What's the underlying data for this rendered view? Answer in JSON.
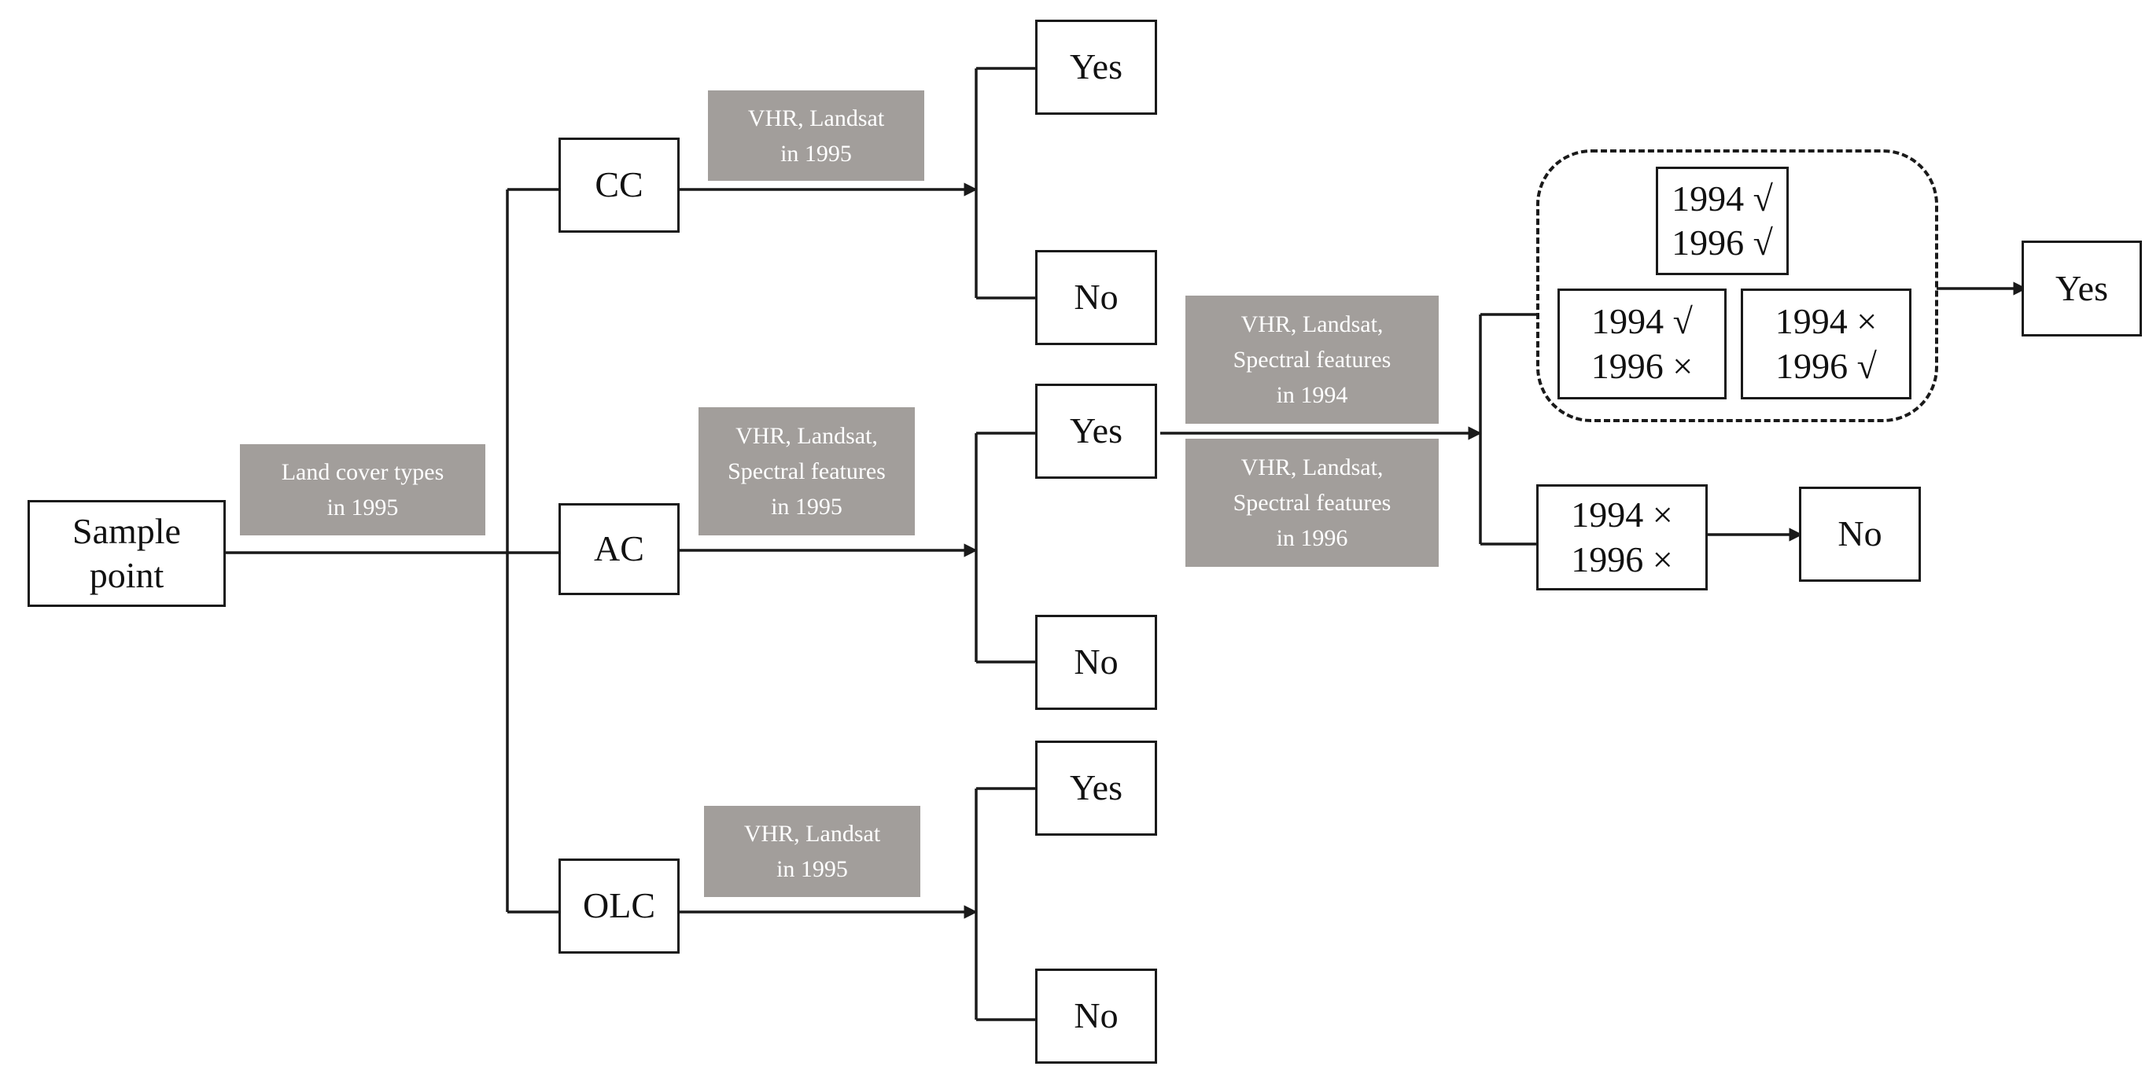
{
  "root": {
    "line1": "Sample",
    "line2": "point"
  },
  "branch_label": {
    "line1": "Land cover types",
    "line2": "in 1995"
  },
  "types": {
    "cc": "CC",
    "ac": "AC",
    "olc": "OLC"
  },
  "cc_label": {
    "line1": "VHR, Landsat",
    "line2": "in 1995"
  },
  "ac_label": {
    "line1": "VHR, Landsat,",
    "line2": "Spectral features",
    "line3": "in 1995"
  },
  "olc_label": {
    "line1": "VHR, Landsat",
    "line2": "in 1995"
  },
  "outcomes": {
    "cc_yes": "Yes",
    "cc_no": "No",
    "ac_yes": "Yes",
    "ac_no": "No",
    "olc_yes": "Yes",
    "olc_no": "No"
  },
  "label_1994": {
    "line1": "VHR, Landsat,",
    "line2": "Spectral features",
    "line3": "in 1994"
  },
  "label_1996": {
    "line1": "VHR, Landsat,",
    "line2": "Spectral features",
    "line3": "in 1996"
  },
  "checks": {
    "both_yes": {
      "line1": "1994 √",
      "line2": "1996 √"
    },
    "yes_no": {
      "line1": "1994 √",
      "line2": "1996 ×"
    },
    "no_yes": {
      "line1": "1994 ×",
      "line2": "1996 √"
    },
    "both_no": {
      "line1": "1994 ×",
      "line2": "1996 ×"
    }
  },
  "final": {
    "yes": "Yes",
    "no": "No"
  }
}
